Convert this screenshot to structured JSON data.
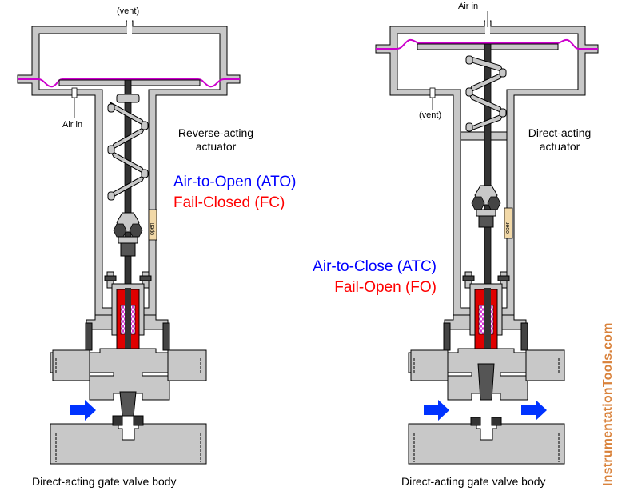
{
  "left_valve": {
    "vent_label": "(vent)",
    "air_in_label": "Air in",
    "actuator_label_line1": "Reverse-acting",
    "actuator_label_line2": "actuator",
    "mode_label": "Air-to-Open (ATO)",
    "fail_label": "Fail-Closed (FC)",
    "indicator_label": "open",
    "body_caption": "Direct-acting gate valve body"
  },
  "right_valve": {
    "vent_label": "(vent)",
    "air_in_label": "Air in",
    "actuator_label_line1": "Direct-acting",
    "actuator_label_line2": "actuator",
    "mode_label": "Air-to-Close (ATC)",
    "fail_label": "Fail-Open (FO)",
    "indicator_label": "open",
    "body_caption": "Direct-acting gate valve body"
  },
  "watermark": "InstrumentationTools.com",
  "colors": {
    "metal": "#c8c8c8",
    "outline": "#000000",
    "diaphragm": "#cc00cc",
    "packing": "#e00000",
    "flow_arrow": "#0033ff",
    "ato_text": "#0000ff",
    "fc_text": "#ff0000",
    "watermark": "#d9823b",
    "indicator": "#f2d9a8"
  }
}
